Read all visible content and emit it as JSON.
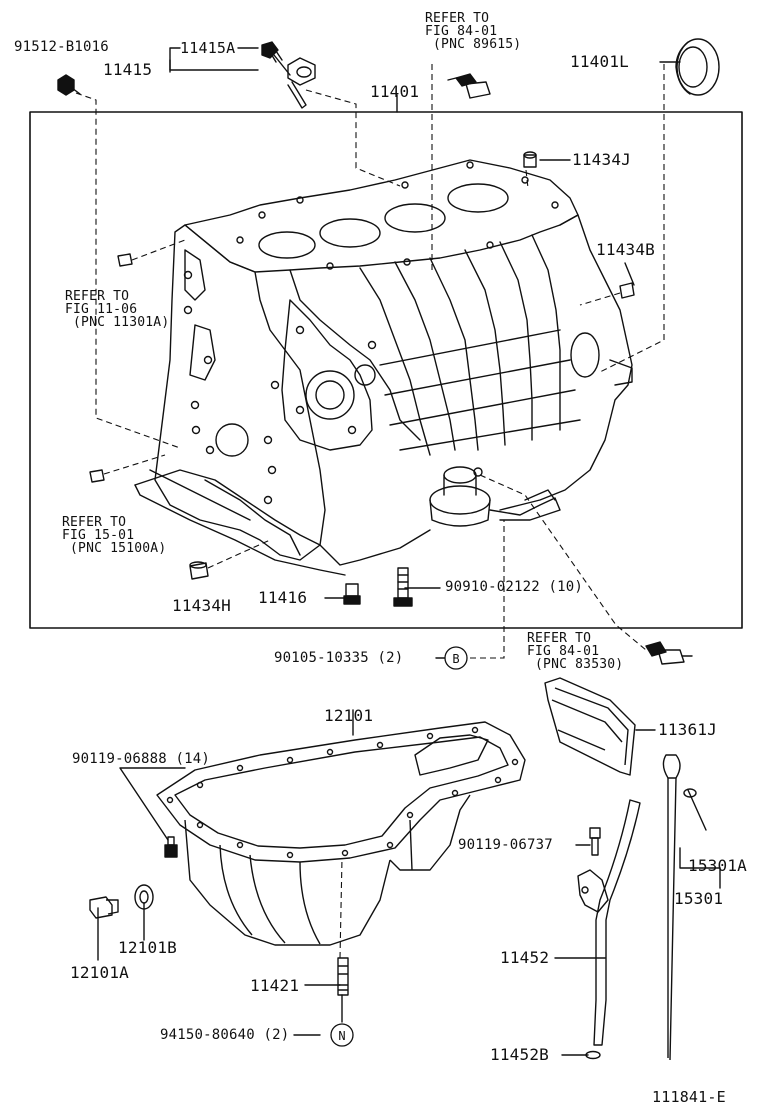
{
  "labels": {
    "p91512": "91512-B1016",
    "p11415": "11415",
    "p11415A": "11415A",
    "ref89615": [
      "REFER TO",
      "FIG 84-01",
      " (PNC 89615)"
    ],
    "p11401L": "11401L",
    "p11401": "11401",
    "p11434J": "11434J",
    "p11434B": "11434B",
    "ref11301": [
      "REFER TO",
      "FIG 11-06",
      " (PNC 11301A)"
    ],
    "ref15100": [
      "REFER TO",
      "FIG 15-01",
      " (PNC 15100A)"
    ],
    "p11434H": "11434H",
    "p11416": "11416",
    "p90910": "90910-02122 (10)",
    "p90105": "90105-10335 (2)",
    "ref83530": [
      "REFER TO",
      "FIG 84-01",
      " (PNC 83530)"
    ],
    "p12101": "12101",
    "p11361J": "11361J",
    "p90119_06888": "90119-06888 (14)",
    "p90119_06737": "90119-06737",
    "p15301A": "15301A",
    "p15301": "15301",
    "p12101B": "12101B",
    "p12101A": "12101A",
    "p11452": "11452",
    "p11421": "11421",
    "p94150": "94150-80640 (2)",
    "p11452B": "11452B",
    "fig_id": "111841-E"
  },
  "callouts": {
    "B": "B",
    "N": "N"
  }
}
